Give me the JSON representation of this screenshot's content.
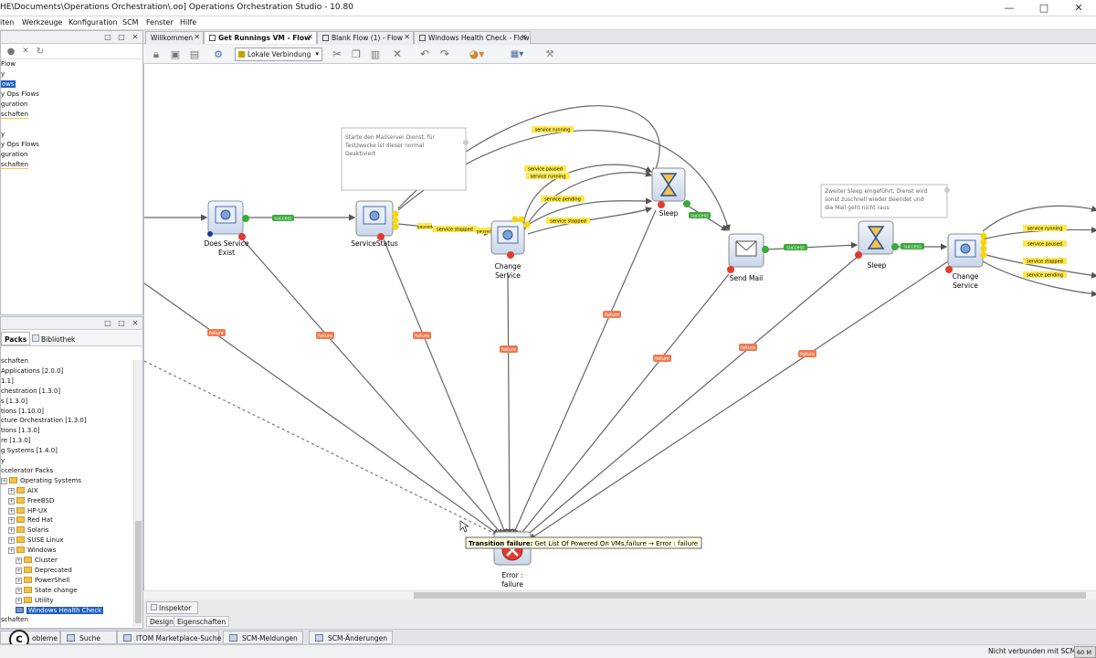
{
  "window": {
    "title": "HE\\Documents\\Operations Orchestration\\.oo] Operations Orchestration Studio - 10.80",
    "controls": [
      "—",
      "□",
      "✕"
    ]
  },
  "menu": [
    "iten",
    "Werkzeuge",
    "Konfiguration",
    "SCM",
    "Fenster",
    "Hilfe"
  ],
  "top_panel": {
    "tree": [
      {
        "text": "Flow",
        "style": ""
      },
      {
        "text": "y",
        "style": ""
      },
      {
        "text": "ows",
        "style": "hl"
      },
      {
        "text": "y Ops Flows",
        "style": ""
      },
      {
        "text": "guration",
        "style": ""
      },
      {
        "text": "schaften",
        "style": "ul"
      },
      {
        "text": "",
        "style": ""
      },
      {
        "text": "y",
        "style": ""
      },
      {
        "text": "y Ops Flows",
        "style": ""
      },
      {
        "text": "guration",
        "style": ""
      },
      {
        "text": "schaften",
        "style": "ul"
      }
    ]
  },
  "bottom_panel": {
    "tabs": [
      "Packs",
      "Bibliothek"
    ],
    "tree": [
      {
        "text": "schaften",
        "indent": 0,
        "kind": "text"
      },
      {
        "text": "Applications [2.0.0]",
        "indent": 0,
        "kind": "text"
      },
      {
        "text": "1.1]",
        "indent": 0,
        "kind": "text"
      },
      {
        "text": "chestration [1.3.0]",
        "indent": 0,
        "kind": "text"
      },
      {
        "text": "s [1.3.0]",
        "indent": 0,
        "kind": "text"
      },
      {
        "text": "tions [1.10.0]",
        "indent": 0,
        "kind": "text"
      },
      {
        "text": "cture Orchestration [1.3.0]",
        "indent": 0,
        "kind": "text"
      },
      {
        "text": "tions [1.3.0]",
        "indent": 0,
        "kind": "text"
      },
      {
        "text": "re [1.3.0]",
        "indent": 0,
        "kind": "text"
      },
      {
        "text": "g Systems [1.4.0]",
        "indent": 0,
        "kind": "text"
      },
      {
        "text": "y",
        "indent": 0,
        "kind": "text"
      },
      {
        "text": "ccelerator Packs",
        "indent": 0,
        "kind": "text"
      },
      {
        "text": "Operating Systems",
        "indent": 0,
        "kind": "folder"
      },
      {
        "text": "AIX",
        "indent": 1,
        "kind": "folder"
      },
      {
        "text": "FreeBSD",
        "indent": 1,
        "kind": "folder"
      },
      {
        "text": "HP-UX",
        "indent": 1,
        "kind": "folder"
      },
      {
        "text": "Red Hat",
        "indent": 1,
        "kind": "folder"
      },
      {
        "text": "Solaris",
        "indent": 1,
        "kind": "folder"
      },
      {
        "text": "SUSE Linux",
        "indent": 1,
        "kind": "folder"
      },
      {
        "text": "Windows",
        "indent": 1,
        "kind": "folder"
      },
      {
        "text": "Cluster",
        "indent": 2,
        "kind": "folder"
      },
      {
        "text": "Deprecated",
        "indent": 2,
        "kind": "folder"
      },
      {
        "text": "PowerShell",
        "indent": 2,
        "kind": "folder"
      },
      {
        "text": "State change",
        "indent": 2,
        "kind": "folder"
      },
      {
        "text": "Utility",
        "indent": 2,
        "kind": "folder"
      },
      {
        "text": "Windows Health Check",
        "indent": 2,
        "kind": "selected"
      },
      {
        "text": "schaften",
        "indent": 0,
        "kind": "text"
      }
    ]
  },
  "tabs": [
    {
      "label": "Willkommen",
      "active": false
    },
    {
      "label": "Get Runnings VM - Flow",
      "active": true
    },
    {
      "label": "Blank Flow (1) - Flow",
      "active": false
    },
    {
      "label": "Windows Health Check - Flow",
      "active": false
    }
  ],
  "toolbar": {
    "connection": "Lokale Verbindung"
  },
  "flow": {
    "notes": [
      {
        "lines": [
          "Starte den Mailserver Dienst, für",
          "Testzwecke ist dieser normal",
          "Deaktiviert"
        ]
      },
      {
        "lines": [
          "Zweiter Sleep eingeführt, Dienst wird",
          "sonst zuschnell wieder Beendet und",
          "die Mail geht nicht raus"
        ]
      }
    ],
    "nodes": [
      {
        "id": "n1",
        "label1": "Does Service",
        "label2": "Exist",
        "icon": "gear"
      },
      {
        "id": "n2",
        "label1": "ServiceStatus",
        "label2": "",
        "icon": "gear"
      },
      {
        "id": "n3",
        "label1": "Change",
        "label2": "Service",
        "icon": "gear"
      },
      {
        "id": "n4",
        "label1": "Sleep",
        "label2": "",
        "icon": "hourglass"
      },
      {
        "id": "n5",
        "label1": "Send Mail",
        "label2": "",
        "icon": "mail"
      },
      {
        "id": "n6",
        "label1": "Sleep",
        "label2": "",
        "icon": "hourglass"
      },
      {
        "id": "n7",
        "label1": "Change",
        "label2": "Service",
        "icon": "gear"
      },
      {
        "id": "n8",
        "label1": "Error :",
        "label2": "failure",
        "icon": "error"
      }
    ],
    "labels": {
      "success": "success",
      "failure": "failure",
      "service_running": "service running",
      "service_paused": "service paused",
      "service_pending": "service pending",
      "service_stopped": "service stopped",
      "paused": "paused"
    },
    "tooltip": {
      "bold": "Transition failure:",
      "text": " Get List Of Powered On VMs.failure → Error : failure"
    }
  },
  "inspector": {
    "tab": "Inspektor",
    "subtabs": [
      "Design",
      "Eigenschaften"
    ]
  },
  "view_tabs": [
    "obleme",
    "Suche",
    "ITOM Marketplace-Suche",
    "SCM-Meldungen",
    "SCM-Änderungen"
  ],
  "status": {
    "scm": "Nicht verbunden mit SCM",
    "memory": "60 M"
  },
  "colors": {
    "success": "#3aa83a",
    "failure": "#f07a4f",
    "service": "#ffe84a",
    "selection": "#1f5fbf"
  }
}
